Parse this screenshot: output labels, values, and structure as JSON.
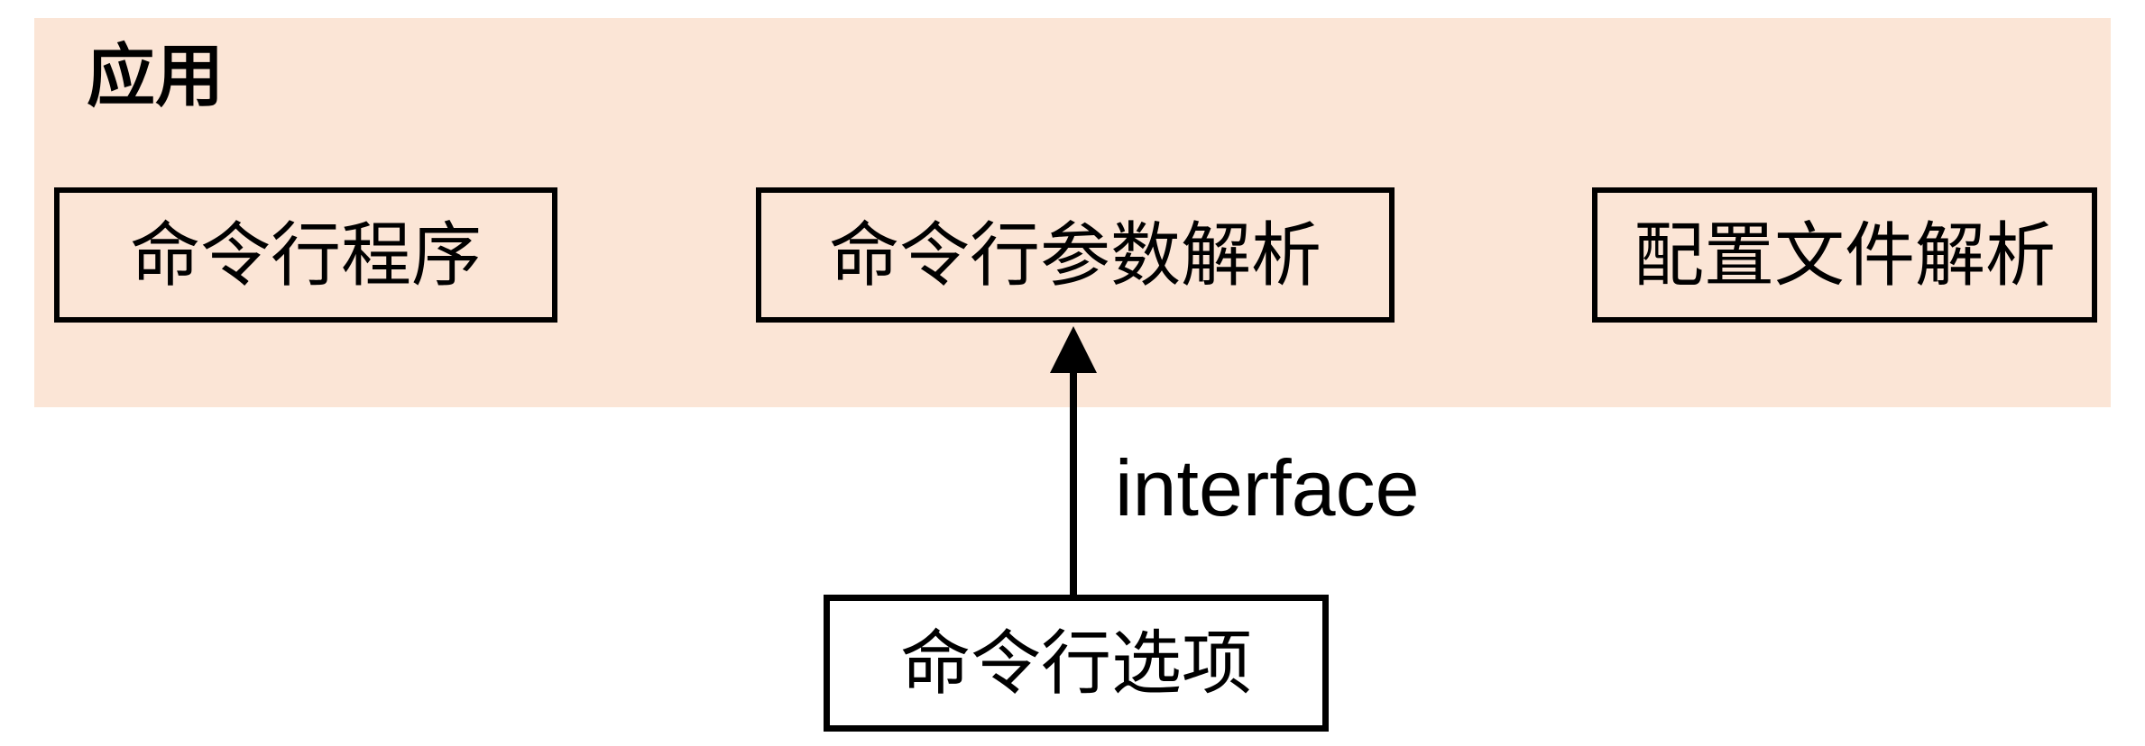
{
  "diagram": {
    "type": "block-diagram",
    "group": {
      "label": "应用",
      "nodes": [
        {
          "id": "cli-program",
          "label": "命令行程序"
        },
        {
          "id": "cli-arg-parsing",
          "label": "命令行参数解析"
        },
        {
          "id": "config-file-parsing",
          "label": "配置文件解析"
        }
      ]
    },
    "external_node": {
      "id": "cli-options",
      "label": "命令行选项"
    },
    "edge": {
      "label": "interface",
      "from": "命令行选项",
      "to": "命令行参数解析",
      "direction": "up"
    },
    "colors": {
      "canvas_bg": "#ffffff",
      "group_fill": "#fbe5d6",
      "line": "#000000",
      "text": "#000000",
      "external_node_fill": "#ffffff"
    }
  }
}
